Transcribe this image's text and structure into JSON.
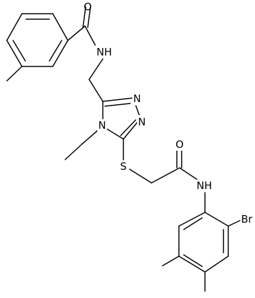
{
  "structure": {
    "atom_labels": {
      "amide_o_top": "O",
      "amide_nh_top": "NH",
      "triazole_n4": "N",
      "triazole_n1": "N",
      "triazole_n2": "N",
      "thioether_s": "S",
      "amide_o_bottom": "O",
      "amide_nh_bottom": "NH",
      "bromine": "Br"
    }
  }
}
